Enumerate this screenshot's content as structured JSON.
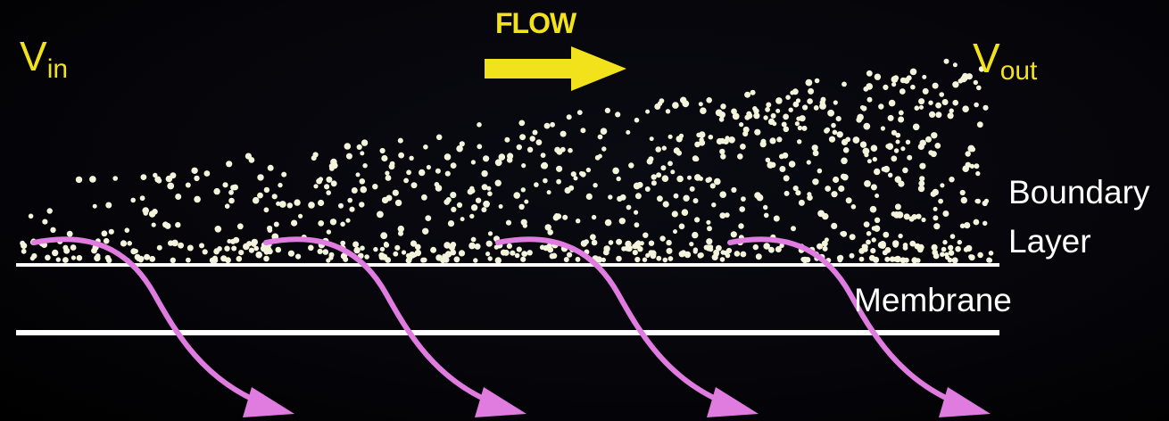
{
  "labels": {
    "flow": "FLOW",
    "v_in_main": "V",
    "v_in_sub": "in",
    "v_out_main": "V",
    "v_out_sub": "out",
    "boundary": "Boundary",
    "layer": "Layer",
    "membrane": "Membrane"
  },
  "colors": {
    "background": "#040408",
    "flow_arrow": "#f2e21c",
    "text_yellow": "#f2e21c",
    "text_white": "#ffffff",
    "particles": "#f4f4dc",
    "membrane_lines": "#ffffff",
    "permeate_arrows": "#e07ce0"
  },
  "icons": {
    "flow_arrow": "right-arrow-icon",
    "permeate_arrow": "curved-down-arrow-icon"
  },
  "diagram": {
    "permeate_arrow_count": 4,
    "membrane_line_count": 2
  }
}
